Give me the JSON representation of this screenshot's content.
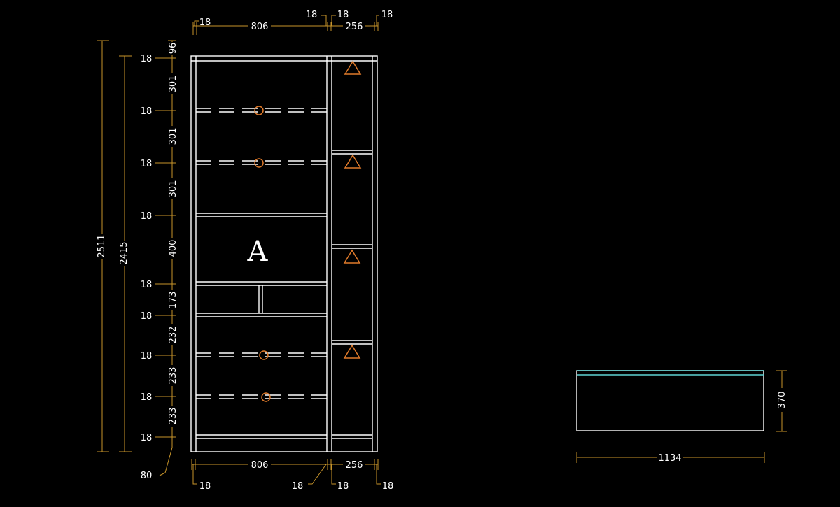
{
  "drawing": {
    "section_label": "A",
    "colors": {
      "background": "#000000",
      "lines": "#ffffff",
      "dimension": "#c8952a",
      "marker": "#e07a2a",
      "top_edge": "#5fd3d3"
    },
    "dims": {
      "top_left_thick": "18",
      "top_main_width": "806",
      "top_mid_thick_a": "18",
      "top_mid_thick_b": "18",
      "top_side_width": "256",
      "top_right_thick": "18",
      "top_small": "96",
      "total_height": "2511",
      "inner_height": "2415",
      "v1": "301",
      "v2": "301",
      "v3": "301",
      "v4": "400",
      "v5": "173",
      "v6": "232",
      "v7": "233",
      "v8": "233",
      "shelf_t1": "18",
      "shelf_t2": "18",
      "shelf_t3": "18",
      "shelf_t4": "18",
      "shelf_t5": "18",
      "shelf_t6": "18",
      "shelf_t7": "18",
      "shelf_t8": "18",
      "shelf_t9": "18",
      "base_height": "80",
      "bottom_main_width": "806",
      "bottom_side_width": "256",
      "bottom_left_thick": "18",
      "bottom_mid_thick_a": "18",
      "bottom_mid_thick_b": "18",
      "bottom_right_thick": "18",
      "plan_width": "1134",
      "plan_depth": "370"
    }
  }
}
